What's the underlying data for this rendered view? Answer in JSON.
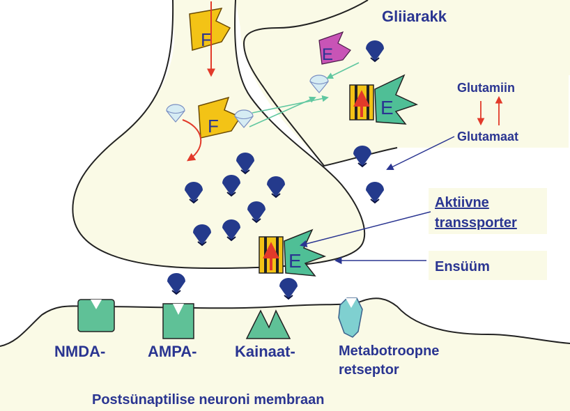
{
  "labels": {
    "glia": "Gliiarakk",
    "glutamine": "Glutamiin",
    "glutamate": "Glutamaat",
    "transporter_line1": "Aktiivne",
    "transporter_line2": "transsporter",
    "enzyme": "Ensüüm",
    "nmda": "NMDA-",
    "ampa": "AMPA-",
    "kainate": "Kainaat-",
    "metabotropic_line1": "Metabotroopne",
    "metabotropic_line2": "retseptor",
    "membrane": "Postsünaptilise neuroni membraan"
  },
  "enzymes": {
    "presynaptic_top": "F",
    "presynaptic_mid": "F",
    "glia_small": "E",
    "glia_large": "E",
    "presynaptic_bottom": "E"
  },
  "colors": {
    "background_cell": "#fafae6",
    "glutamate_dark": "#243a8c",
    "glutamine_light": "#d6ecf3",
    "enzyme_f": "#f3c316",
    "enzyme_e_green": "#4fbf96",
    "enzyme_e_magenta": "#c854b6",
    "receptor": "#5fc197",
    "arrow_red": "#e23a2a",
    "arrow_green": "#60c7a0",
    "arrow_blue": "#2a3591",
    "label_text": "#2a3591"
  },
  "icons": {
    "glutamate": "glutamate-drop-icon",
    "glutamine": "glutamine-drop-icon",
    "transporter": "transporter-icon"
  }
}
